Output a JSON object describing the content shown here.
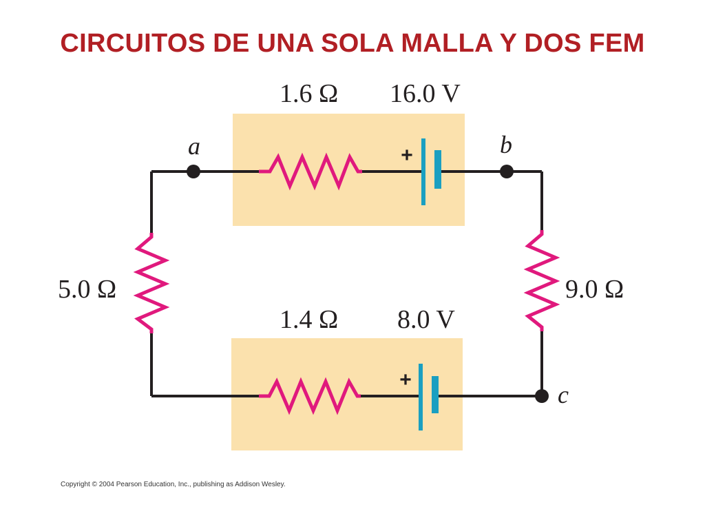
{
  "slide": {
    "title": "CIRCUITOS DE UNA SOLA MALLA Y DOS FEM",
    "copyright": "Copyright © 2004 Pearson Education, Inc., publishing as Addison Wesley."
  },
  "circuit": {
    "top_branch": {
      "resistance_label": "1.6 Ω",
      "emf_label": "16.0 V",
      "polarity": "+"
    },
    "bottom_branch": {
      "resistance_label": "1.4 Ω",
      "emf_label": "8.0 V",
      "polarity": "+"
    },
    "left_resistor_label": "5.0 Ω",
    "right_resistor_label": "9.0 Ω",
    "nodes": {
      "a": "a",
      "b": "b",
      "c": "c"
    }
  },
  "colors": {
    "title": "#b11f24",
    "wire": "#231f20",
    "resistor": "#e0197d",
    "battery": "#1a9fc1",
    "box": "#fbe1ad"
  }
}
